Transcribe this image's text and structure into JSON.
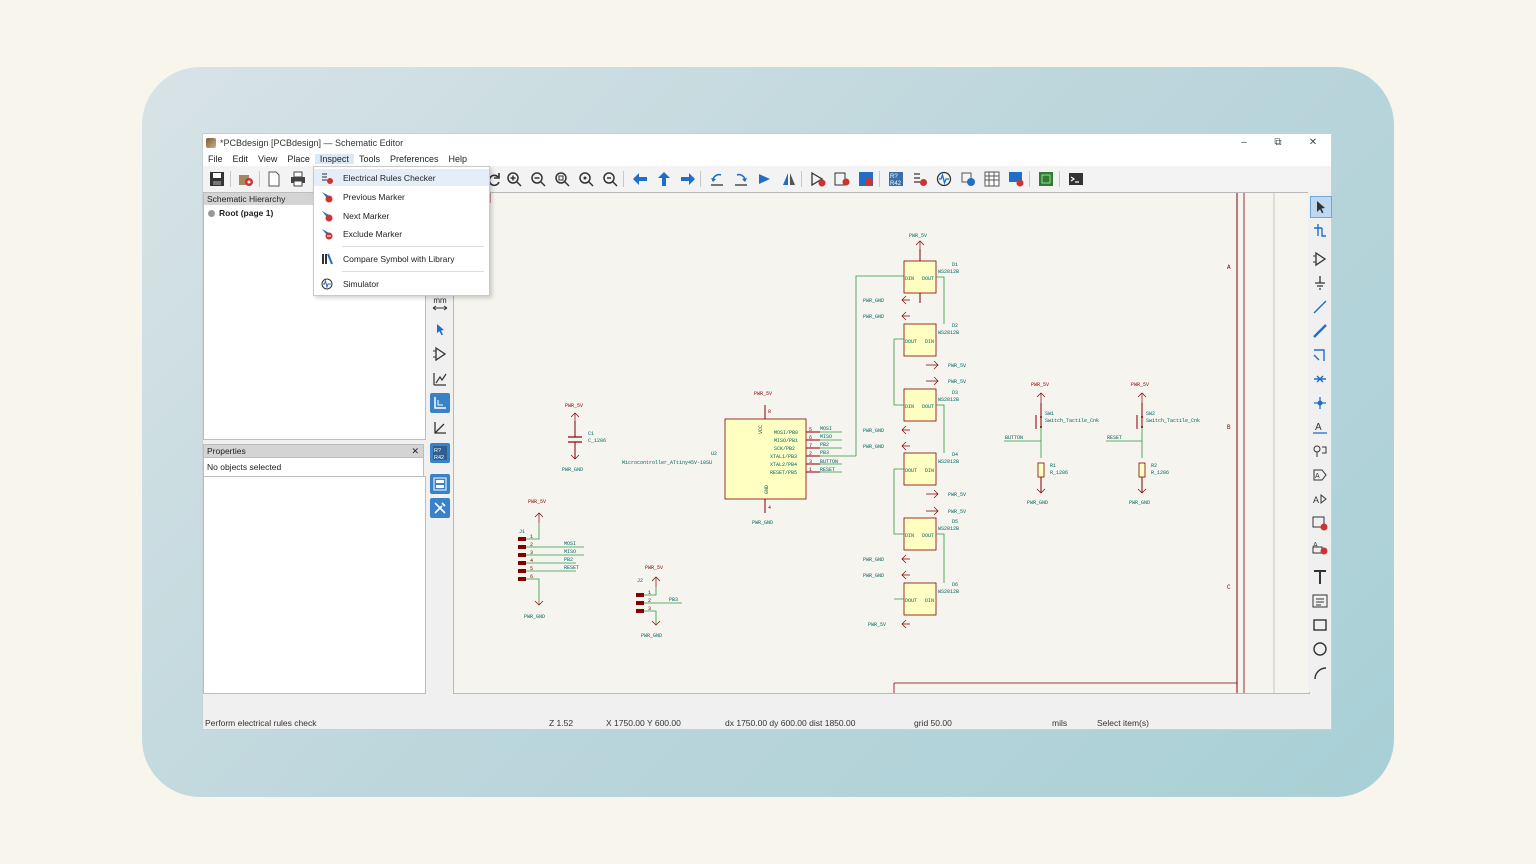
{
  "window": {
    "title": "*PCBdesign [PCBdesign] — Schematic Editor",
    "controls": {
      "minimize": "–",
      "maximize": "⧉",
      "close": "✕"
    }
  },
  "menu": [
    "File",
    "Edit",
    "View",
    "Place",
    "Inspect",
    "Tools",
    "Preferences",
    "Help"
  ],
  "active_menu": "Inspect",
  "inspect_menu": {
    "items": [
      {
        "label": "Electrical Rules Checker",
        "icon": "erc-icon"
      },
      {
        "label": "Previous Marker",
        "icon": "previous-marker-icon"
      },
      {
        "label": "Next Marker",
        "icon": "next-marker-icon"
      },
      {
        "label": "Exclude Marker",
        "icon": "exclude-marker-icon"
      },
      {
        "label": "Compare Symbol with Library",
        "icon": "compare-library-icon"
      },
      {
        "label": "Simulator",
        "icon": "simulator-icon"
      }
    ],
    "highlighted": "Electrical Rules Checker"
  },
  "hierarchy": {
    "title": "Schematic Hierarchy",
    "items": [
      {
        "label": "Root (page 1)"
      }
    ]
  },
  "properties": {
    "title": "Properties",
    "close": "✕",
    "empty_text": "No objects selected"
  },
  "left_toolbar": {
    "units_label": "mm"
  },
  "status": {
    "message": "Perform electrical rules check",
    "zoom": "Z 1.52",
    "cursor": "X 1750.00  Y 600.00",
    "delta": "dx 1750.00  dy 600.00  dist 1850.00",
    "grid": "grid 50.00",
    "units": "mils",
    "mode": "Select item(s)"
  },
  "schematic": {
    "net_labels": {
      "pwr5v": "PWR_5V",
      "pwrgnd": "PWR_GND",
      "mosi": "MOSI",
      "miso": "MISO",
      "pb2": "PB2",
      "pb3": "PB3",
      "reset": "RESET",
      "button": "BUTTON"
    },
    "mcu": {
      "ref": "U2",
      "value": "Microcontroller_ATtiny45V-10SU",
      "pins_left": [
        "MOSI/PB0",
        "MISO/PB1",
        "SCK/PB2",
        "XTAL1/PB3",
        "XTAL2/PB4",
        "RESET/PB5"
      ],
      "pins_right_num": [
        "5",
        "6",
        "7",
        "2",
        "3",
        "1"
      ],
      "vcc": "VCC",
      "gnd": "GND",
      "vcc_num": "8",
      "gnd_num": "4"
    },
    "leds": [
      {
        "ref": "D1",
        "value": "WS2812B"
      },
      {
        "ref": "D2",
        "value": "WS2812B"
      },
      {
        "ref": "D3",
        "value": "WS2812B"
      },
      {
        "ref": "D4",
        "value": "WS2812B"
      },
      {
        "ref": "D5",
        "value": "WS2812B"
      },
      {
        "ref": "D6",
        "value": "WS2812B"
      }
    ],
    "led_pins": {
      "din": "DIN",
      "dout": "DOUT"
    },
    "c1": {
      "ref": "C1",
      "value": "C_1206"
    },
    "j1": {
      "ref": "J1",
      "pins": [
        "1",
        "2",
        "3",
        "4",
        "5",
        "6"
      ]
    },
    "j2": {
      "ref": "J2",
      "pins": [
        "1",
        "2",
        "3"
      ]
    },
    "sw1": {
      "ref": "SW1",
      "value": "Switch_Tactile_Cnk"
    },
    "sw2": {
      "ref": "SW2",
      "value": "Switch_Tactile_Cnk"
    },
    "r1": {
      "ref": "R1",
      "value": "R_1206"
    },
    "r2": {
      "ref": "R2",
      "value": "R_1206"
    },
    "border_letters": [
      "A",
      "B",
      "C"
    ]
  },
  "colors": {
    "wire": "#2e9a3e",
    "symbol_body": "#ffffc2",
    "symbol_outline": "#840000",
    "label": "#006464",
    "power": "#840000",
    "selected_tool": "#3a82c8",
    "toolbar_blue": "#1f6fc8"
  }
}
